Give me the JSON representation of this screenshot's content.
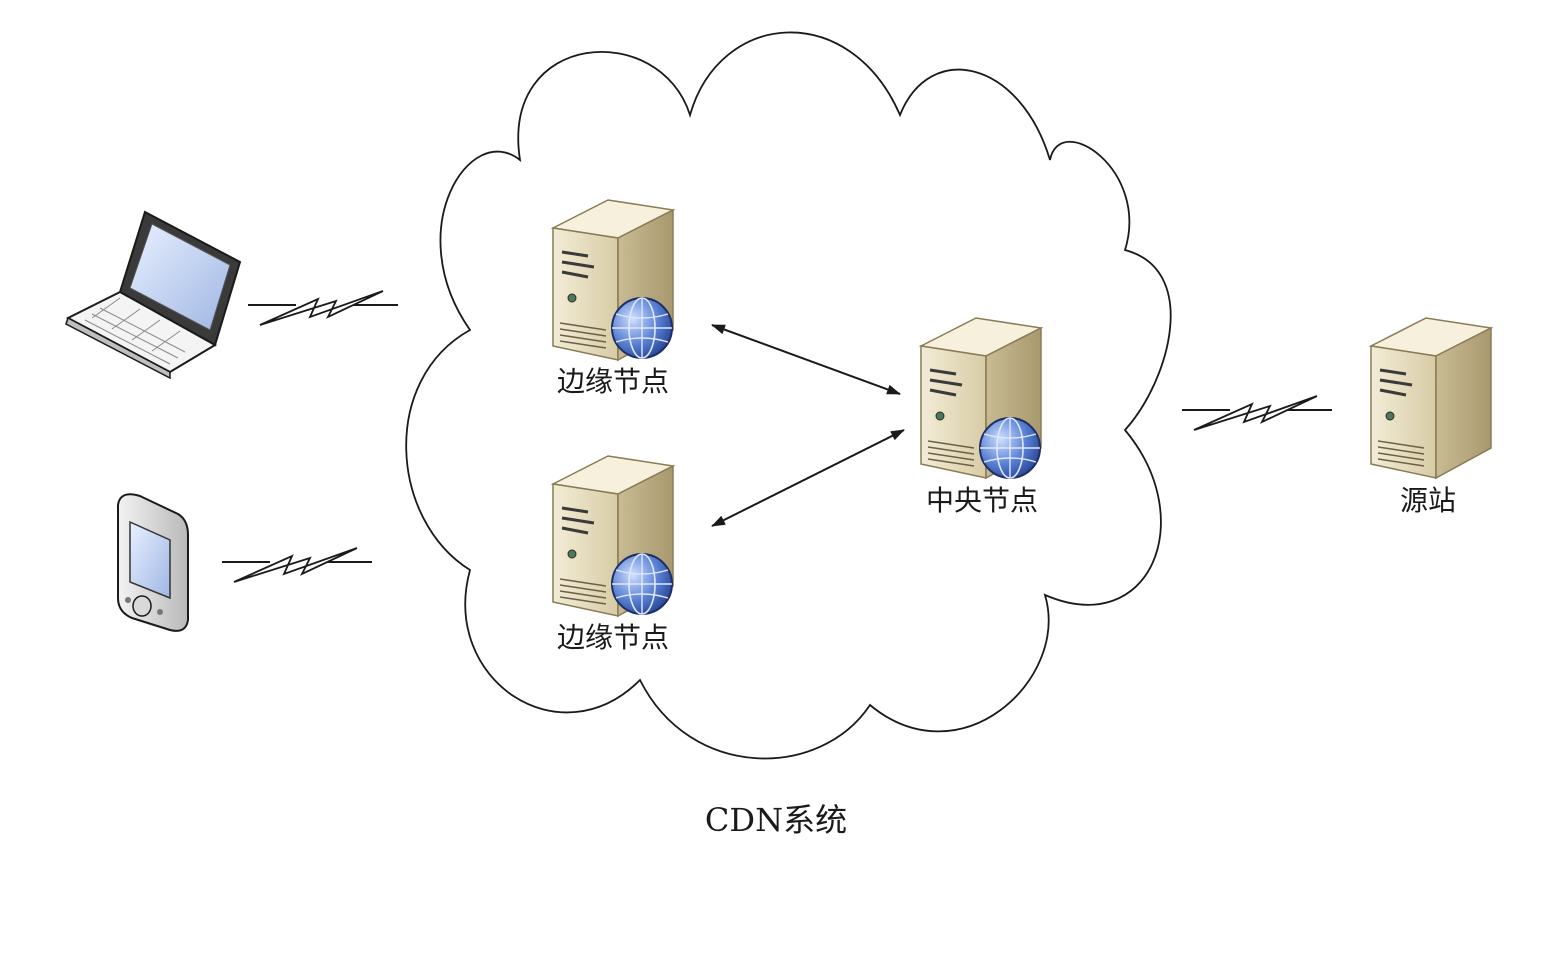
{
  "nodes": {
    "edge_top": {
      "label": "边缘节点"
    },
    "edge_bottom": {
      "label": "边缘节点"
    },
    "central": {
      "label": "中央节点"
    },
    "origin": {
      "label": "源站"
    }
  },
  "caption": "CDN系统",
  "icons": {
    "laptop": "laptop-icon",
    "phone": "mobile-phone-icon",
    "server": "server-icon",
    "globe": "globe-icon"
  },
  "colors": {
    "server_body": "#e9e1c6",
    "server_shadow": "#b7a985",
    "globe_blue": "#3f63b8",
    "line": "#1a1a1a"
  }
}
